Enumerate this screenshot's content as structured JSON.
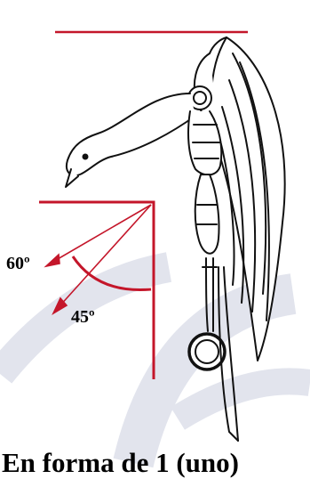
{
  "diagram": {
    "angle_labels": {
      "sixty": "60º",
      "forty_five": "45º"
    },
    "caption": "En forma de 1 (uno)",
    "colors": {
      "accent_lines": "#c4162a",
      "watermark": "#dfe2ec",
      "ink": "#000000"
    }
  }
}
